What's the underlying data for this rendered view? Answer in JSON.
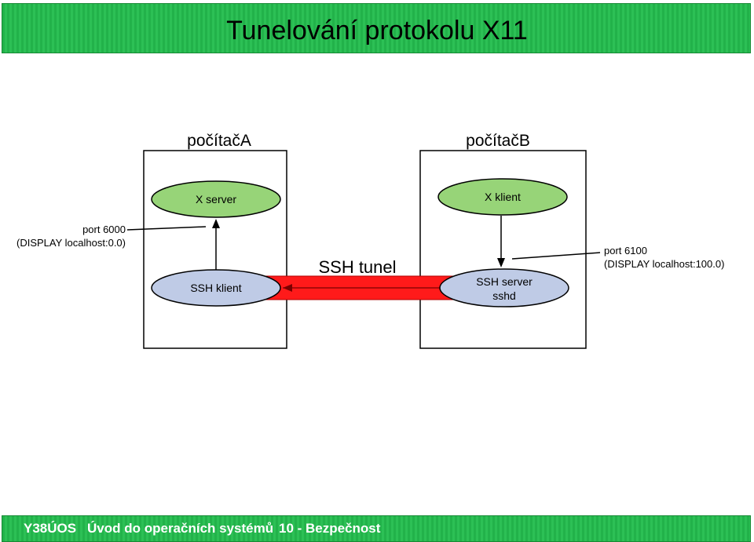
{
  "slide": {
    "title": "Tunelování protokolu X11"
  },
  "diagram": {
    "computer_a_label": "počítačA",
    "computer_b_label": "počítačB",
    "x_server_label": "X server",
    "ssh_client_label": "SSH klient",
    "x_client_label": "X klient",
    "ssh_server_label_line1": "SSH server",
    "ssh_server_label_line2": "sshd",
    "tunnel_label": "SSH tunel",
    "port_a_line1": "port 6000",
    "port_a_line2": "(DISPLAY localhost:0.0)",
    "port_b_line1": "port 6100",
    "port_b_line2": "(DISPLAY localhost:100.0)",
    "colors": {
      "ellipse_green": "#97d478",
      "ellipse_blue": "#bfcbe6",
      "tunnel_red": "#ff1a1a",
      "title_green": "#22b24a"
    }
  },
  "footer": {
    "course_code": "Y38ÚOS",
    "course_name": "Úvod do operačních systémů",
    "lecture": "10 - Bezpečnost"
  }
}
